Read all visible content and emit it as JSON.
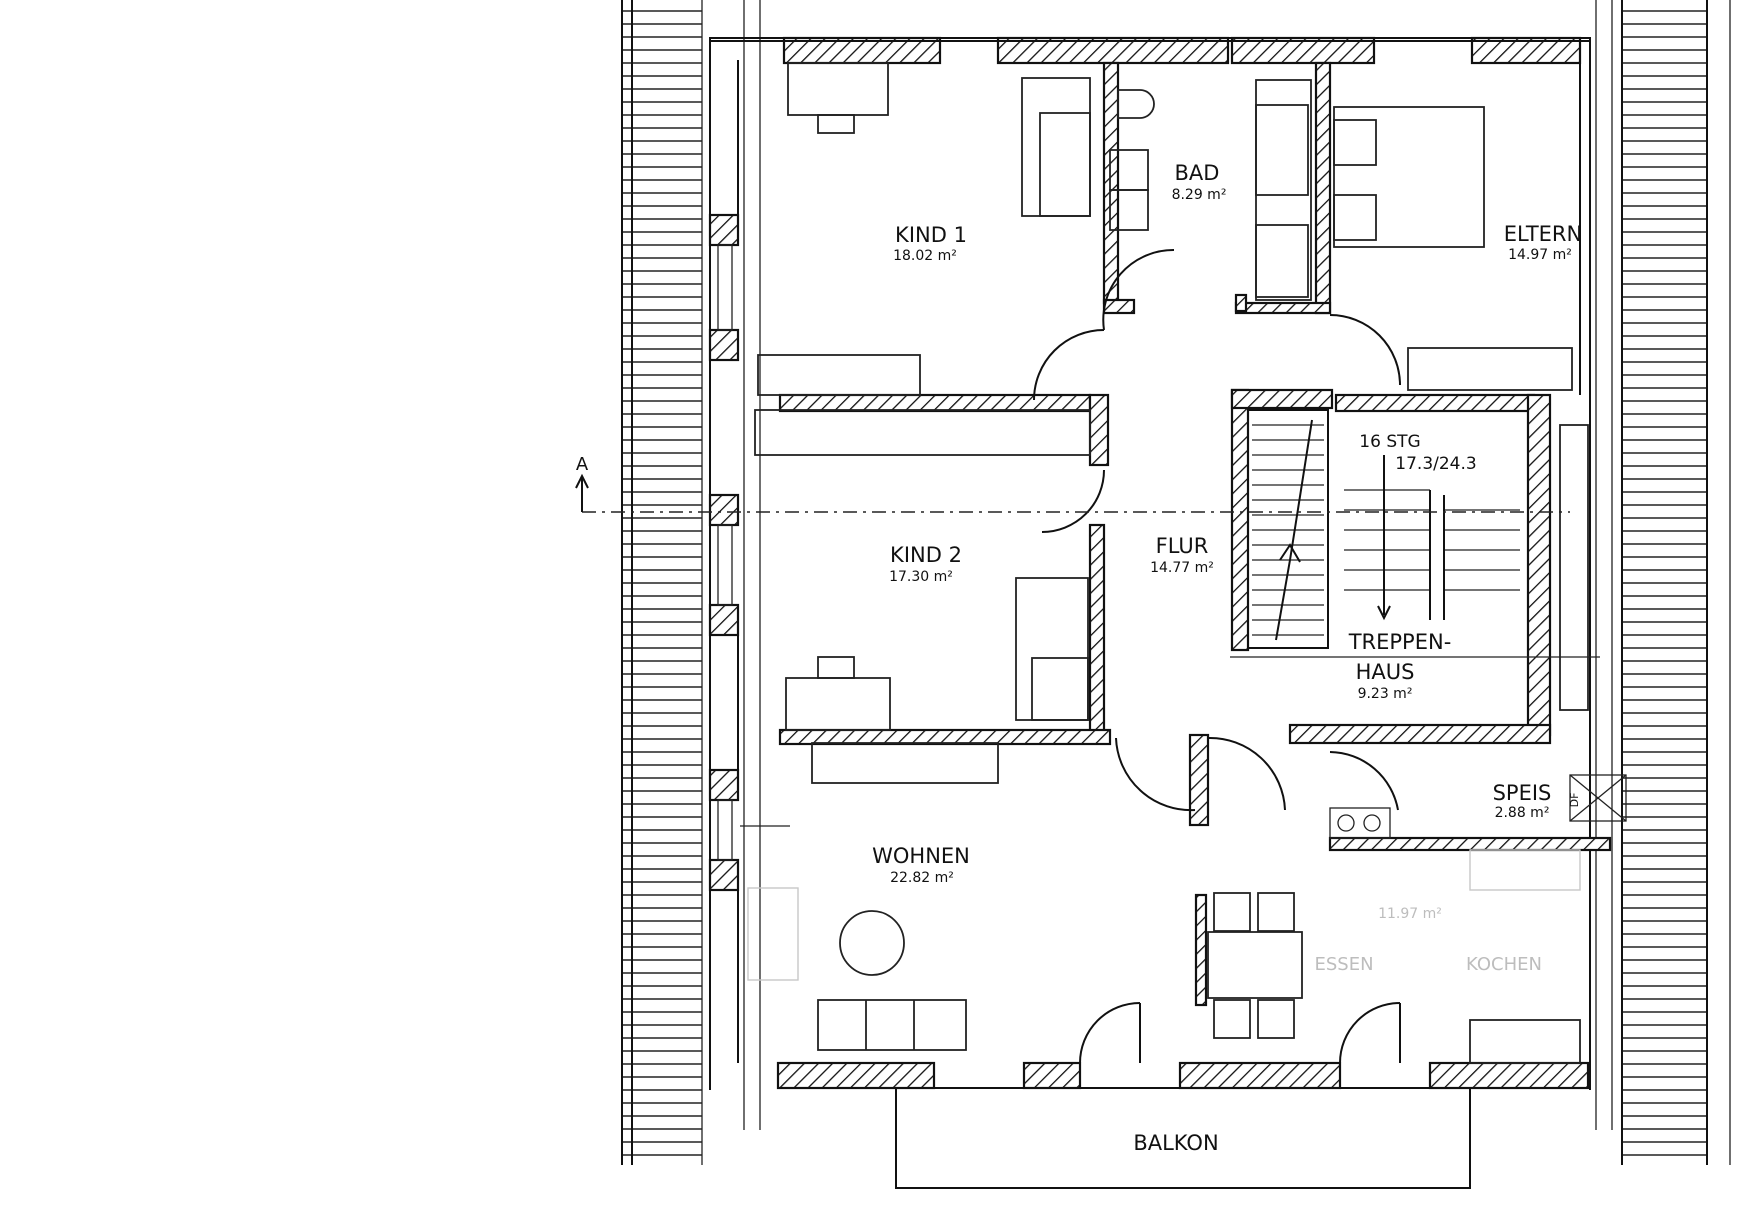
{
  "rooms": {
    "kind1": {
      "name": "KIND 1",
      "area": "18.02 m²"
    },
    "bad": {
      "name": "BAD",
      "area": "8.29 m²"
    },
    "eltern": {
      "name": "ELTERN",
      "area": "14.97 m²"
    },
    "kind2": {
      "name": "KIND 2",
      "area": "17.30 m²"
    },
    "flur": {
      "name": "FLUR",
      "area": "14.77 m²"
    },
    "treppenhaus": {
      "name_line1": "TREPPEN-",
      "name_line2": "HAUS",
      "area": "9.23 m²"
    },
    "speis": {
      "name": "SPEIS",
      "area": "2.88 m²"
    },
    "wohnen": {
      "name": "WOHNEN",
      "area": "22.82 m²"
    },
    "kueche": {
      "area": "11.97 m²",
      "essen": "ESSEN",
      "kochen": "KOCHEN"
    },
    "balkon": {
      "name": "BALKON"
    }
  },
  "stair": {
    "steps": "16 STG",
    "ratio": "17.3/24.3"
  },
  "section_marker": {
    "label": "A"
  },
  "shaft": {
    "label": "DF"
  }
}
